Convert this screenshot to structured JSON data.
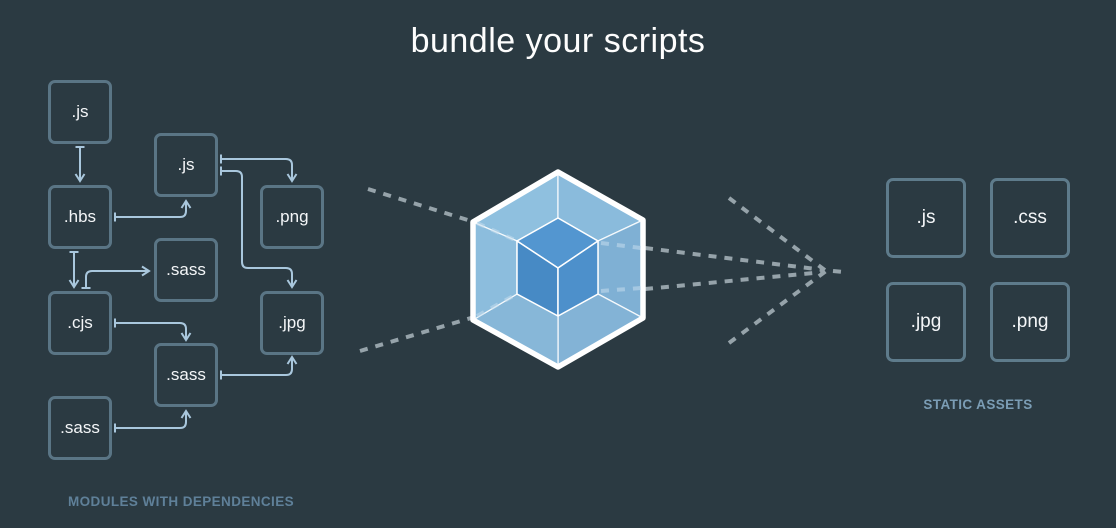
{
  "title": "bundle your scripts",
  "colors": {
    "background": "#2b3a42",
    "box_border": "#5a7585",
    "box_text": "#f4f6f8",
    "arrow": "#a9c7dd",
    "dashed_line": "#96a3aa",
    "caption_left": "#5f8099",
    "caption_right": "#7b9db5",
    "cube_shell": "#87b7d9",
    "cube_inner_top": "#5396d0",
    "cube_inner_left": "#478ac5",
    "cube_inner_right": "#4d90cb"
  },
  "left_graph": {
    "caption": "MODULES WITH DEPENDENCIES",
    "boxes": [
      {
        "id": "js-1",
        "label": ".js"
      },
      {
        "id": "js-2",
        "label": ".js"
      },
      {
        "id": "hbs",
        "label": ".hbs"
      },
      {
        "id": "png",
        "label": ".png"
      },
      {
        "id": "sass-1",
        "label": ".sass"
      },
      {
        "id": "cjs",
        "label": ".cjs"
      },
      {
        "id": "jpg",
        "label": ".jpg"
      },
      {
        "id": "sass-2",
        "label": ".sass"
      },
      {
        "id": "sass-3",
        "label": ".sass"
      }
    ],
    "edges": [
      {
        "from": "js-1",
        "to": "hbs"
      },
      {
        "from": "hbs",
        "to": "js-2"
      },
      {
        "from": "js-2",
        "to": "png"
      },
      {
        "from": "js-2",
        "to": "jpg"
      },
      {
        "from": "hbs",
        "to": "cjs"
      },
      {
        "from": "cjs",
        "to": "sass-1"
      },
      {
        "from": "cjs",
        "to": "sass-2"
      },
      {
        "from": "sass-3",
        "to": "sass-2"
      },
      {
        "from": "sass-2",
        "to": "jpg"
      }
    ]
  },
  "center": {
    "logo": "webpack-cube"
  },
  "right_graph": {
    "caption": "STATIC ASSETS",
    "boxes": [
      {
        "label": ".js"
      },
      {
        "label": ".css"
      },
      {
        "label": ".jpg"
      },
      {
        "label": ".png"
      }
    ]
  }
}
